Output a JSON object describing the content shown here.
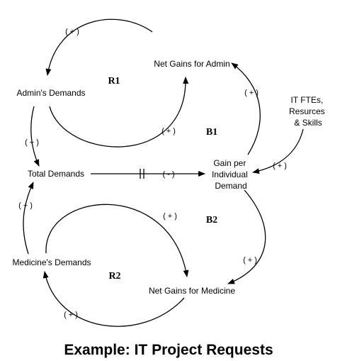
{
  "title": "Example: IT Project Requests",
  "nodes": {
    "net_gains_admin": "Net Gains for Admin",
    "admins_demands": "Admin's Demands",
    "total_demands": "Total Demands",
    "gain_per_demand": [
      "Gain per",
      "Individual",
      "Demand"
    ],
    "it_resources": [
      "IT FTEs,",
      "Resurces",
      "& Skills"
    ],
    "medicines_demands": "Medicine's Demands",
    "net_gains_medicine": "Net Gains for Medicine"
  },
  "loops": {
    "r1": "R1",
    "r2": "R2",
    "b1": "B1",
    "b2": "B2"
  },
  "polarity": {
    "positive": "( + )",
    "negative": "( - )"
  },
  "delay_mark": "||"
}
